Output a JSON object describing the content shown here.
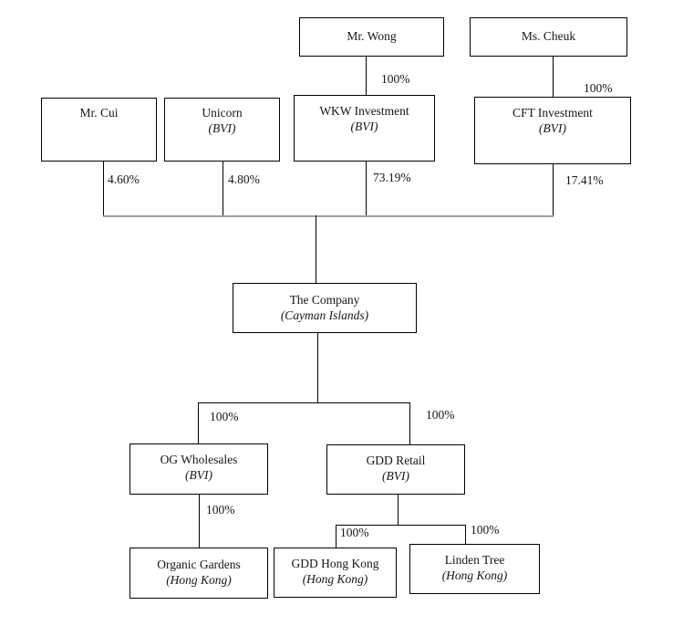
{
  "diagram": {
    "type": "corporate-ownership-structure",
    "colors": {
      "background": "#ffffff",
      "box_border": "#000000",
      "connector_line": "#000000",
      "bus_line": "#9e9e9e",
      "text": "#161616"
    },
    "nodes": {
      "mr_wong": {
        "label": "Mr. Wong",
        "sub": ""
      },
      "ms_cheuk": {
        "label": "Ms. Cheuk",
        "sub": ""
      },
      "mr_cui": {
        "label": "Mr. Cui",
        "sub": ""
      },
      "unicorn": {
        "label": "Unicorn",
        "sub": "(BVI)"
      },
      "wkw_investment": {
        "label": "WKW Investment",
        "sub": "(BVI)"
      },
      "cft_investment": {
        "label": "CFT Investment",
        "sub": "(BVI)"
      },
      "the_company": {
        "label": "The Company",
        "sub": "(Cayman Islands)"
      },
      "og_wholesales": {
        "label": "OG Wholesales",
        "sub": "(BVI)"
      },
      "gdd_retail": {
        "label": "GDD Retail",
        "sub": "(BVI)"
      },
      "organic_gardens": {
        "label": "Organic Gardens",
        "sub": "(Hong Kong)"
      },
      "gdd_hong_kong": {
        "label": "GDD Hong Kong",
        "sub": "(Hong Kong)"
      },
      "linden_tree": {
        "label": "Linden Tree",
        "sub": "(Hong Kong)"
      }
    },
    "ownership": {
      "wong_to_wkw": "100%",
      "cheuk_to_cft": "100%",
      "cui_to_company": "4.60%",
      "unicorn_to_company": "4.80%",
      "wkw_to_company": "73.19%",
      "cft_to_company": "17.41%",
      "company_to_og": "100%",
      "company_to_gdd_retail": "100%",
      "og_to_organic_gardens": "100%",
      "gdd_retail_to_gdd_hk": "100%",
      "gdd_retail_to_linden": "100%"
    }
  }
}
